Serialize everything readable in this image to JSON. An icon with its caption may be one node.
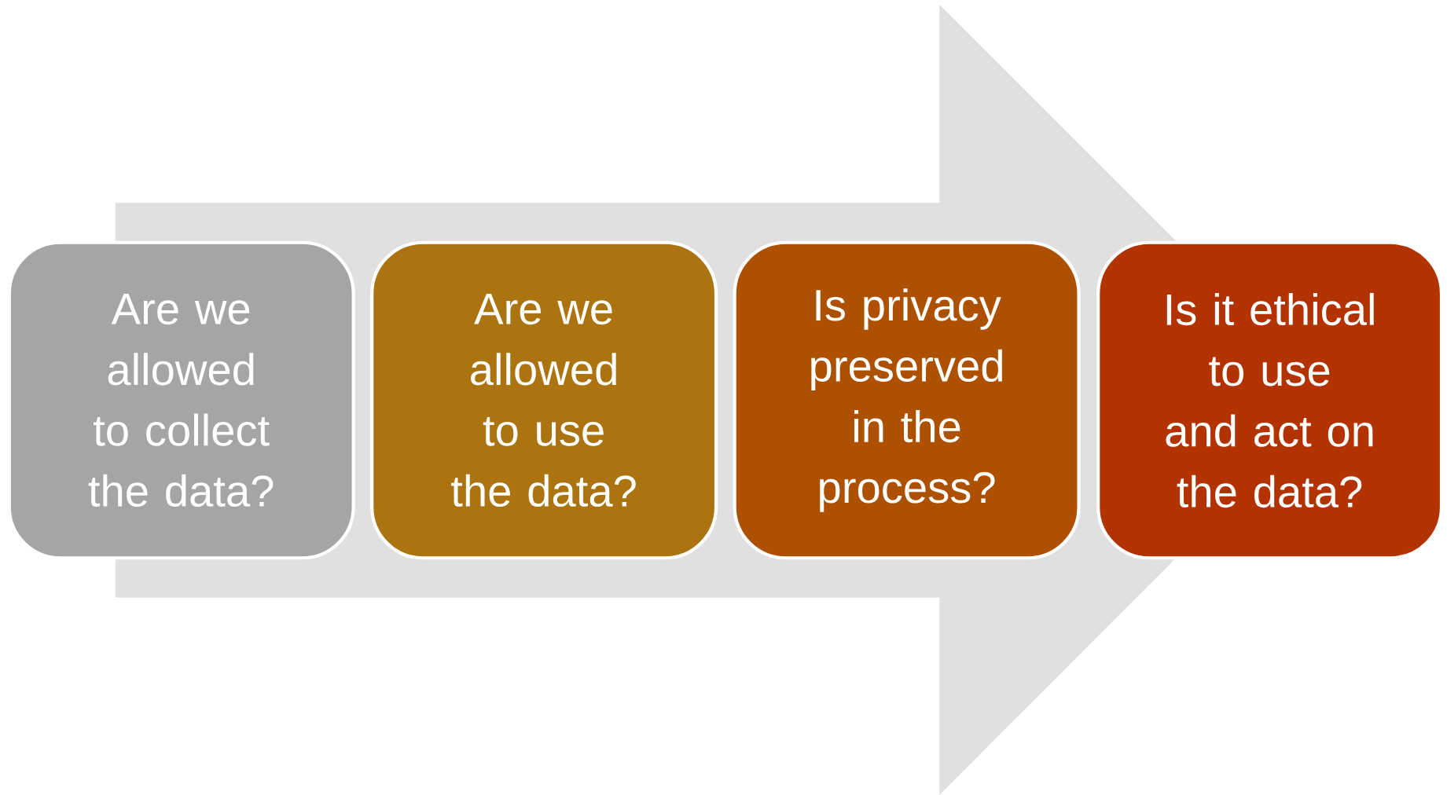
{
  "diagram": {
    "nodes": [
      {
        "text": [
          "Are we allowed to collect the data?"
        ]
      },
      {
        "text": [
          "Are we allowed to use the data?"
        ]
      },
      {
        "text": [
          "Is privacy preserved in the process?"
        ]
      },
      {
        "text": [
          "Is it ethical to use and act on the data?"
        ]
      }
    ],
    "edges": [
      {
        "from": 0,
        "to": 3,
        "arrow": "to"
      }
    ]
  }
}
